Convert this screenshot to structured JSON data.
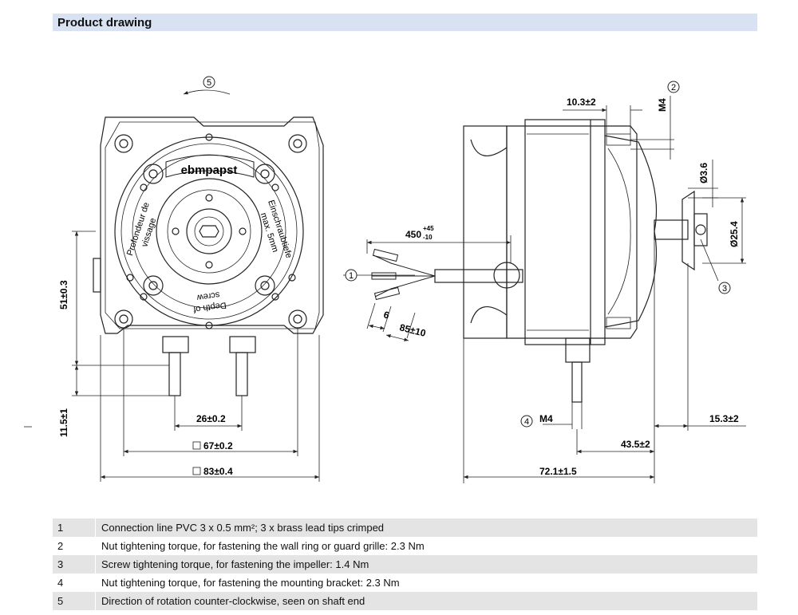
{
  "section_title": "Product drawing",
  "logo_text": "ebmpapst",
  "engravings": {
    "left": [
      "Profondeur de",
      "vissage"
    ],
    "right": [
      "Einschraubtiefe",
      "max. 5mm"
    ],
    "bottom": [
      "Depth of",
      "screw"
    ]
  },
  "callouts": [
    "1",
    "2",
    "3",
    "4",
    "5"
  ],
  "dimensions": {
    "d_10_3": "10.3±2",
    "d_m4_top": "M4",
    "d_dia3_6": "Ø3.6",
    "d_dia25_4": "Ø25.4",
    "d_450": "450",
    "d_450_tol_upper": "+45",
    "d_450_tol_lower": "-10",
    "d_6": "6",
    "d_85": "85±10",
    "d_51": "51±0.3",
    "d_11_5": "11.5±1",
    "d_26": "26±0.2",
    "d_67": "67±0.2",
    "d_83": "83±0.4",
    "d_m4_bottom": "M4",
    "d_15_3": "15.3±2",
    "d_43_5": "43.5±2",
    "d_72_1": "72.1±1.5"
  },
  "notes": [
    {
      "num": "1",
      "text": "Connection line PVC 3 x 0.5 mm²; 3 x brass lead tips crimped"
    },
    {
      "num": "2",
      "text": "Nut tightening torque, for fastening the wall ring or guard grille: 2.3 Nm"
    },
    {
      "num": "3",
      "text": "Screw tightening torque, for fastening the impeller: 1.4 Nm"
    },
    {
      "num": "4",
      "text": "Nut tightening torque, for fastening the mounting bracket: 2.3 Nm"
    },
    {
      "num": "5",
      "text": "Direction of rotation counter-clockwise, seen on shaft end"
    }
  ]
}
